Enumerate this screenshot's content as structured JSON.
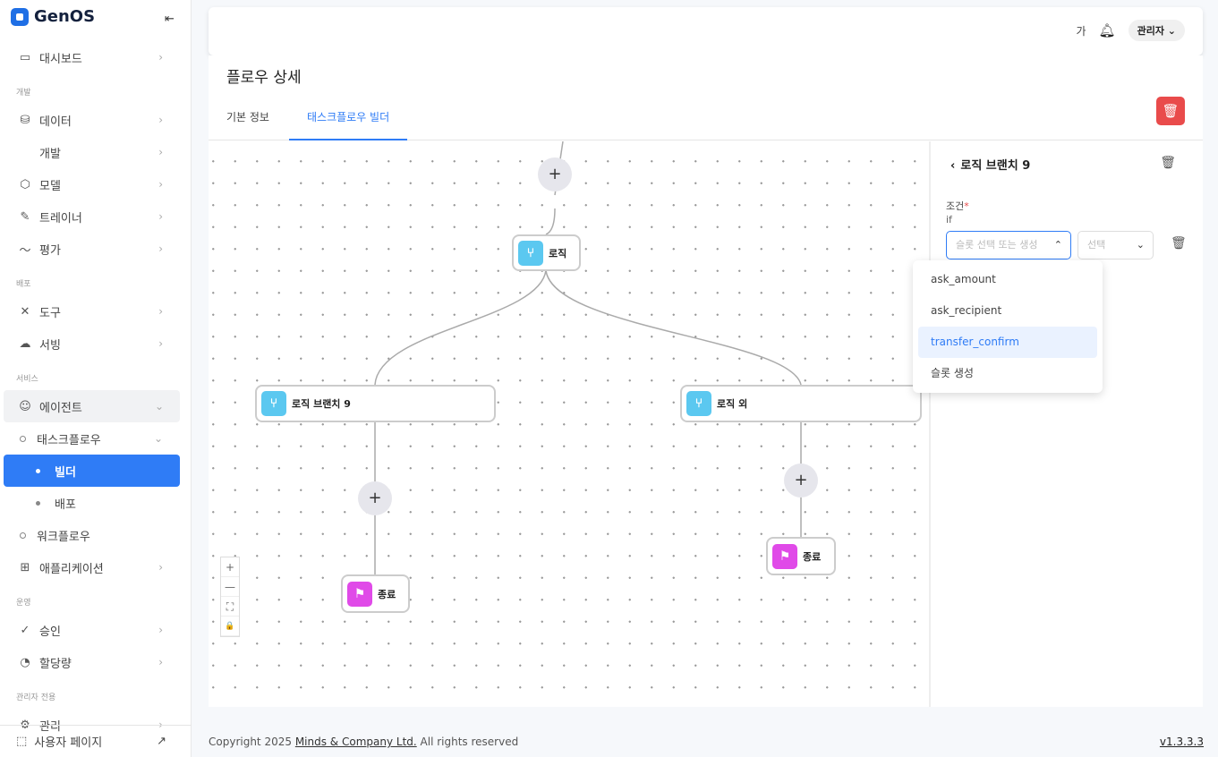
{
  "app": {
    "name": "GenOS"
  },
  "sidebar": {
    "items": [
      {
        "type": "item",
        "label": "대시보드",
        "icon": "monitor-icon"
      },
      {
        "type": "section",
        "label": "개발"
      },
      {
        "type": "item",
        "label": "데이터",
        "icon": "database-icon"
      },
      {
        "type": "item",
        "label": "개발",
        "icon": "code-icon"
      },
      {
        "type": "item",
        "label": "모델",
        "icon": "cube-icon"
      },
      {
        "type": "item",
        "label": "트레이너",
        "icon": "pencil-icon"
      },
      {
        "type": "item",
        "label": "평가",
        "icon": "chart-line-icon"
      },
      {
        "type": "section",
        "label": "배포"
      },
      {
        "type": "item",
        "label": "도구",
        "icon": "tools-icon"
      },
      {
        "type": "item",
        "label": "서빙",
        "icon": "cloud-icon"
      },
      {
        "type": "section",
        "label": "서비스"
      },
      {
        "type": "open",
        "label": "에이전트",
        "icon": "agent-icon"
      },
      {
        "type": "sub",
        "label": "태스크플로우"
      },
      {
        "type": "active",
        "label": "빌더"
      },
      {
        "type": "sub2",
        "label": "배포"
      },
      {
        "type": "subleaf",
        "label": "워크플로우"
      },
      {
        "type": "item",
        "label": "애플리케이션",
        "icon": "apps-icon"
      },
      {
        "type": "section",
        "label": "운영"
      },
      {
        "type": "item",
        "label": "승인",
        "icon": "check-icon"
      },
      {
        "type": "item",
        "label": "할당량",
        "icon": "pie-icon"
      },
      {
        "type": "section",
        "label": "관리자 전용"
      },
      {
        "type": "item",
        "label": "관리",
        "icon": "gear-icon"
      }
    ],
    "user_page": "사용자 페이지"
  },
  "topbar": {
    "lang": "가",
    "user": "관리자"
  },
  "page": {
    "title": "플로우 상세",
    "tabs": [
      "기본 정보",
      "태스크플로우 빌더"
    ],
    "active_tab": 1
  },
  "flow": {
    "nodes": {
      "logic": "로직",
      "branch": "로직 브랜치 9",
      "else": "로직 외",
      "end1": "종료",
      "end2": "종료"
    },
    "plus": "+"
  },
  "zoom_controls": [
    "+",
    "—",
    "⛶",
    "🔒"
  ],
  "panel": {
    "title": "로직 브랜치 9",
    "condition_label": "조건",
    "required": "*",
    "if_label": "if",
    "slot_placeholder": "슬롯 선택 또는 생성",
    "op_placeholder": "선택"
  },
  "dropdown": {
    "options": [
      "ask_amount",
      "ask_recipient",
      "transfer_confirm",
      "슬롯 생성"
    ],
    "highlighted": 2
  },
  "footer": {
    "copyright": "Copyright 2025",
    "company": "Minds & Company Ltd.",
    "rights": "All rights reserved",
    "version": "v1.3.3.3"
  },
  "colors": {
    "accent": "#2f7cf6",
    "logic_icon": "#5bc8f0",
    "end_icon": "#e04ae8",
    "danger": "#e94b4b"
  }
}
